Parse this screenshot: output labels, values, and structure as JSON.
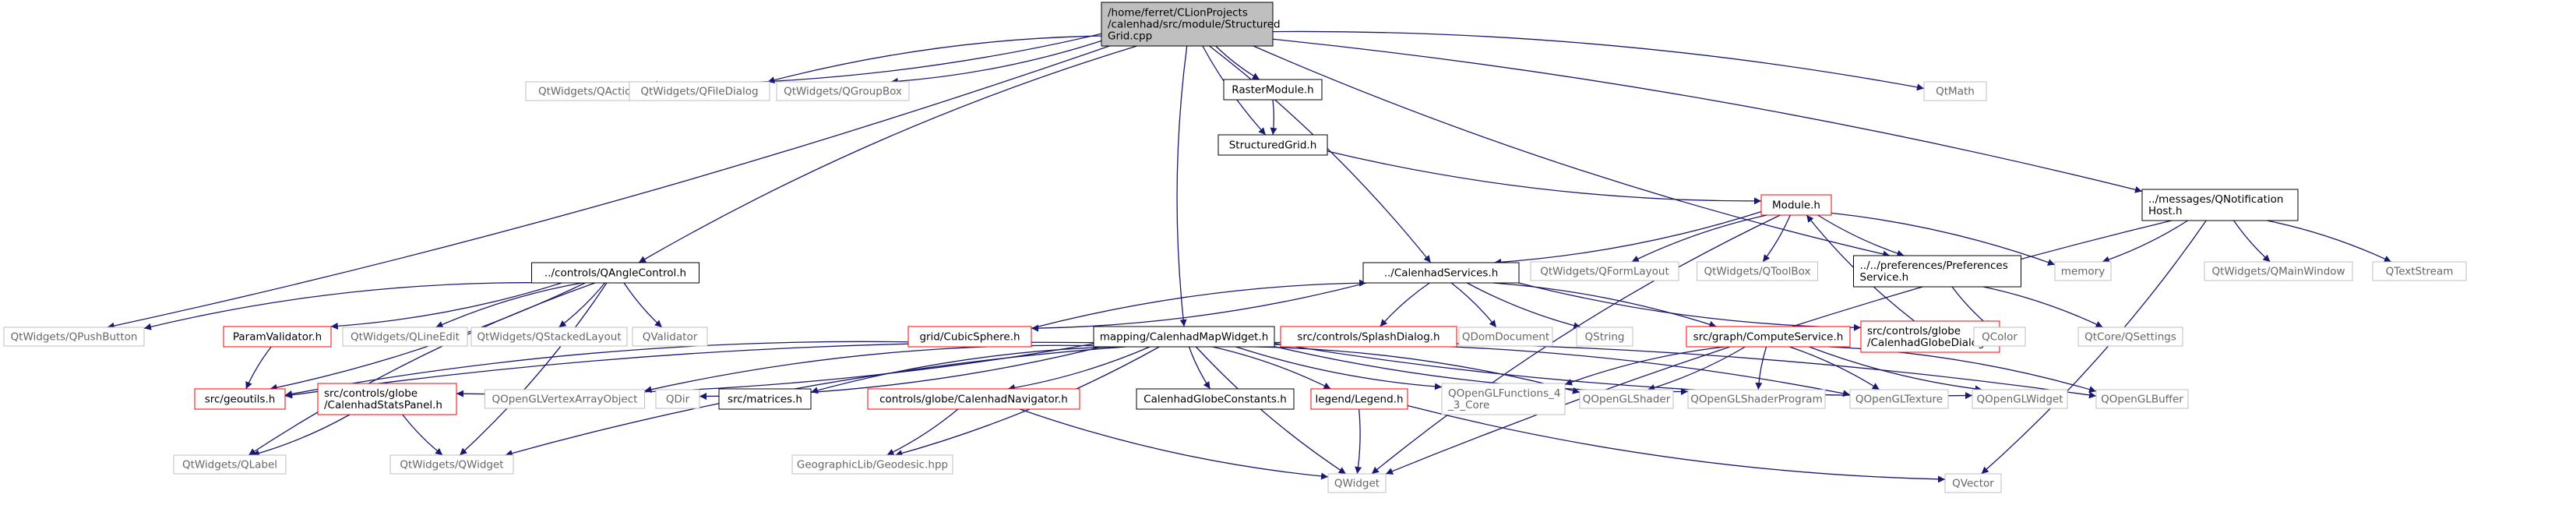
{
  "colors": {
    "root_fill": "#bfbfbf",
    "node_black": "#000000",
    "node_red": "#ff0000",
    "node_gray": "#bfbfbf",
    "edge": "#191970",
    "text_main": "#000000",
    "text_gray": "#666666"
  },
  "nodes": [
    {
      "id": "root",
      "lines": [
        "/home/ferret/CLionProjects",
        "/calenhad/src/module/Structured",
        "Grid.cpp"
      ],
      "style": "root"
    },
    {
      "id": "qaction",
      "lines": [
        "QtWidgets/QAction"
      ],
      "style": "gray"
    },
    {
      "id": "qfiledialog",
      "lines": [
        "QtWidgets/QFileDialog"
      ],
      "style": "gray"
    },
    {
      "id": "qgroupbox",
      "lines": [
        "QtWidgets/QGroupBox"
      ],
      "style": "gray"
    },
    {
      "id": "rastermodule",
      "lines": [
        "RasterModule.h"
      ],
      "style": "black"
    },
    {
      "id": "qtmath",
      "lines": [
        "QtMath"
      ],
      "style": "gray"
    },
    {
      "id": "structuredgrid",
      "lines": [
        "StructuredGrid.h"
      ],
      "style": "black"
    },
    {
      "id": "module",
      "lines": [
        "Module.h"
      ],
      "style": "red"
    },
    {
      "id": "qnotification",
      "lines": [
        "../messages/QNotification",
        "Host.h"
      ],
      "style": "black"
    },
    {
      "id": "qanglecontrol",
      "lines": [
        "../controls/QAngleControl.h"
      ],
      "style": "black"
    },
    {
      "id": "calenhadservices",
      "lines": [
        "../CalenhadServices.h"
      ],
      "style": "black"
    },
    {
      "id": "qformlayout",
      "lines": [
        "QtWidgets/QFormLayout"
      ],
      "style": "gray"
    },
    {
      "id": "qtoolbox",
      "lines": [
        "QtWidgets/QToolBox"
      ],
      "style": "gray"
    },
    {
      "id": "prefservice",
      "lines": [
        "../../preferences/Preferences",
        "Service.h"
      ],
      "style": "black"
    },
    {
      "id": "memory",
      "lines": [
        "memory"
      ],
      "style": "gray"
    },
    {
      "id": "qmainwindow",
      "lines": [
        "QtWidgets/QMainWindow"
      ],
      "style": "gray"
    },
    {
      "id": "qtextstream",
      "lines": [
        "QTextStream"
      ],
      "style": "gray"
    },
    {
      "id": "qpushbutton",
      "lines": [
        "QtWidgets/QPushButton"
      ],
      "style": "gray"
    },
    {
      "id": "paramvalidator",
      "lines": [
        "ParamValidator.h"
      ],
      "style": "red"
    },
    {
      "id": "qlineedit",
      "lines": [
        "QtWidgets/QLineEdit"
      ],
      "style": "gray"
    },
    {
      "id": "qstackedlayout",
      "lines": [
        "QtWidgets/QStackedLayout"
      ],
      "style": "gray"
    },
    {
      "id": "qvalidator",
      "lines": [
        "QValidator"
      ],
      "style": "gray"
    },
    {
      "id": "cubicsphere",
      "lines": [
        "grid/CubicSphere.h"
      ],
      "style": "red"
    },
    {
      "id": "mapwidget",
      "lines": [
        "mapping/CalenhadMapWidget.h"
      ],
      "style": "black"
    },
    {
      "id": "splashdialog",
      "lines": [
        "src/controls/SplashDialog.h"
      ],
      "style": "red"
    },
    {
      "id": "qdomdocument",
      "lines": [
        "QDomDocument"
      ],
      "style": "gray"
    },
    {
      "id": "qstring",
      "lines": [
        "QString"
      ],
      "style": "gray"
    },
    {
      "id": "computeservice",
      "lines": [
        "src/graph/ComputeService.h"
      ],
      "style": "red"
    },
    {
      "id": "globedialog",
      "lines": [
        "src/controls/globe",
        "/CalenhadGlobeDialog.h"
      ],
      "style": "red"
    },
    {
      "id": "qcolor",
      "lines": [
        "QColor"
      ],
      "style": "gray"
    },
    {
      "id": "qsettings",
      "lines": [
        "QtCore/QSettings"
      ],
      "style": "gray"
    },
    {
      "id": "geoutils",
      "lines": [
        "src/geoutils.h"
      ],
      "style": "red"
    },
    {
      "id": "statspanel",
      "lines": [
        "src/controls/globe",
        "/CalenhadStatsPanel.h"
      ],
      "style": "red"
    },
    {
      "id": "qopenglvao",
      "lines": [
        "QOpenGLVertexArrayObject"
      ],
      "style": "gray"
    },
    {
      "id": "qdir",
      "lines": [
        "QDir"
      ],
      "style": "gray"
    },
    {
      "id": "matrices",
      "lines": [
        "src/matrices.h"
      ],
      "style": "black"
    },
    {
      "id": "navigator",
      "lines": [
        "controls/globe/CalenhadNavigator.h"
      ],
      "style": "red"
    },
    {
      "id": "globeconstants",
      "lines": [
        "CalenhadGlobeConstants.h"
      ],
      "style": "black"
    },
    {
      "id": "legend",
      "lines": [
        "legend/Legend.h"
      ],
      "style": "red"
    },
    {
      "id": "qglfunctions",
      "lines": [
        "QOpenGLFunctions_4",
        "_3_Core"
      ],
      "style": "gray"
    },
    {
      "id": "qglshader",
      "lines": [
        "QOpenGLShader"
      ],
      "style": "gray"
    },
    {
      "id": "qglshaderprogram",
      "lines": [
        "QOpenGLShaderProgram"
      ],
      "style": "gray"
    },
    {
      "id": "qgltexture",
      "lines": [
        "QOpenGLTexture"
      ],
      "style": "gray"
    },
    {
      "id": "qglwidget",
      "lines": [
        "QOpenGLWidget"
      ],
      "style": "gray"
    },
    {
      "id": "qglbuffer",
      "lines": [
        "QOpenGLBuffer"
      ],
      "style": "gray"
    },
    {
      "id": "qlabel",
      "lines": [
        "QtWidgets/QLabel"
      ],
      "style": "gray"
    },
    {
      "id": "qtwidget",
      "lines": [
        "QtWidgets/QWidget"
      ],
      "style": "gray"
    },
    {
      "id": "geodesic",
      "lines": [
        "GeographicLib/Geodesic.hpp"
      ],
      "style": "gray"
    },
    {
      "id": "qwidget",
      "lines": [
        "QWidget"
      ],
      "style": "gray"
    },
    {
      "id": "qvector",
      "lines": [
        "QVector"
      ],
      "style": "gray"
    }
  ],
  "edges": [
    [
      "root",
      "qaction"
    ],
    [
      "root",
      "qfiledialog"
    ],
    [
      "root",
      "qgroupbox"
    ],
    [
      "root",
      "rastermodule"
    ],
    [
      "root",
      "qtmath"
    ],
    [
      "root",
      "structuredgrid"
    ],
    [
      "root",
      "qnotification"
    ],
    [
      "root",
      "qanglecontrol"
    ],
    [
      "root",
      "calenhadservices"
    ],
    [
      "root",
      "prefservice"
    ],
    [
      "root",
      "qpushbutton"
    ],
    [
      "root",
      "mapwidget"
    ],
    [
      "rastermodule",
      "structuredgrid"
    ],
    [
      "structuredgrid",
      "module"
    ],
    [
      "module",
      "calenhadservices"
    ],
    [
      "module",
      "qformlayout"
    ],
    [
      "module",
      "qtoolbox"
    ],
    [
      "module",
      "prefservice"
    ],
    [
      "module",
      "memory"
    ],
    [
      "module",
      "qwidget"
    ],
    [
      "qnotification",
      "memory"
    ],
    [
      "qnotification",
      "qmainwindow"
    ],
    [
      "qnotification",
      "qtextstream"
    ],
    [
      "qnotification",
      "qwidget"
    ],
    [
      "qnotification",
      "qvector"
    ],
    [
      "qanglecontrol",
      "qpushbutton"
    ],
    [
      "qanglecontrol",
      "paramvalidator"
    ],
    [
      "qanglecontrol",
      "qlineedit"
    ],
    [
      "qanglecontrol",
      "qstackedlayout"
    ],
    [
      "qanglecontrol",
      "qvalidator"
    ],
    [
      "qanglecontrol",
      "geoutils"
    ],
    [
      "qanglecontrol",
      "qlabel"
    ],
    [
      "qanglecontrol",
      "qtwidget"
    ],
    [
      "paramvalidator",
      "geoutils"
    ],
    [
      "calenhadservices",
      "cubicsphere"
    ],
    [
      "calenhadservices",
      "splashdialog"
    ],
    [
      "calenhadservices",
      "qdomdocument"
    ],
    [
      "calenhadservices",
      "qstring"
    ],
    [
      "calenhadservices",
      "computeservice"
    ],
    [
      "calenhadservices",
      "globedialog"
    ],
    [
      "cubicsphere",
      "calenhadservices"
    ],
    [
      "cubicsphere",
      "geoutils"
    ],
    [
      "globedialog",
      "module"
    ],
    [
      "prefservice",
      "qcolor"
    ],
    [
      "prefservice",
      "qsettings"
    ],
    [
      "computeservice",
      "qglfunctions"
    ],
    [
      "computeservice",
      "qglshader"
    ],
    [
      "computeservice",
      "qglshaderprogram"
    ],
    [
      "computeservice",
      "qgltexture"
    ],
    [
      "computeservice",
      "qglwidget"
    ],
    [
      "computeservice",
      "qglbuffer"
    ],
    [
      "mapwidget",
      "geoutils"
    ],
    [
      "mapwidget",
      "statspanel"
    ],
    [
      "mapwidget",
      "qopenglvao"
    ],
    [
      "mapwidget",
      "qdir"
    ],
    [
      "mapwidget",
      "matrices"
    ],
    [
      "mapwidget",
      "navigator"
    ],
    [
      "mapwidget",
      "globeconstants"
    ],
    [
      "mapwidget",
      "legend"
    ],
    [
      "mapwidget",
      "qglfunctions"
    ],
    [
      "mapwidget",
      "qglshader"
    ],
    [
      "mapwidget",
      "qglshaderprogram"
    ],
    [
      "mapwidget",
      "qgltexture"
    ],
    [
      "mapwidget",
      "qglwidget"
    ],
    [
      "mapwidget",
      "qglbuffer"
    ],
    [
      "mapwidget",
      "qtwidget"
    ],
    [
      "mapwidget",
      "geodesic"
    ],
    [
      "mapwidget",
      "qwidget"
    ],
    [
      "statspanel",
      "qlabel"
    ],
    [
      "statspanel",
      "qtwidget"
    ],
    [
      "navigator",
      "geodesic"
    ],
    [
      "navigator",
      "qwidget"
    ],
    [
      "legend",
      "qwidget"
    ],
    [
      "legend",
      "qvector"
    ]
  ]
}
